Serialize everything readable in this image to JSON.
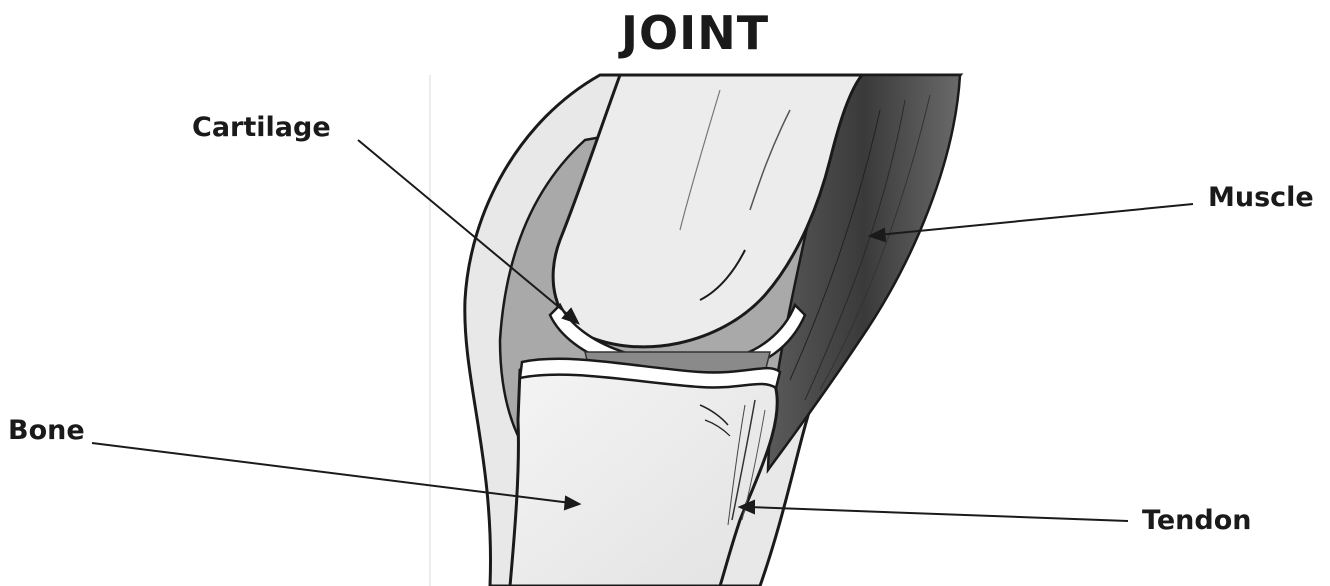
{
  "diagram": {
    "title": "JOINT",
    "labels": {
      "cartilage": "Cartilage",
      "muscle": "Muscle",
      "bone": "Bone",
      "tendon": "Tendon"
    }
  }
}
